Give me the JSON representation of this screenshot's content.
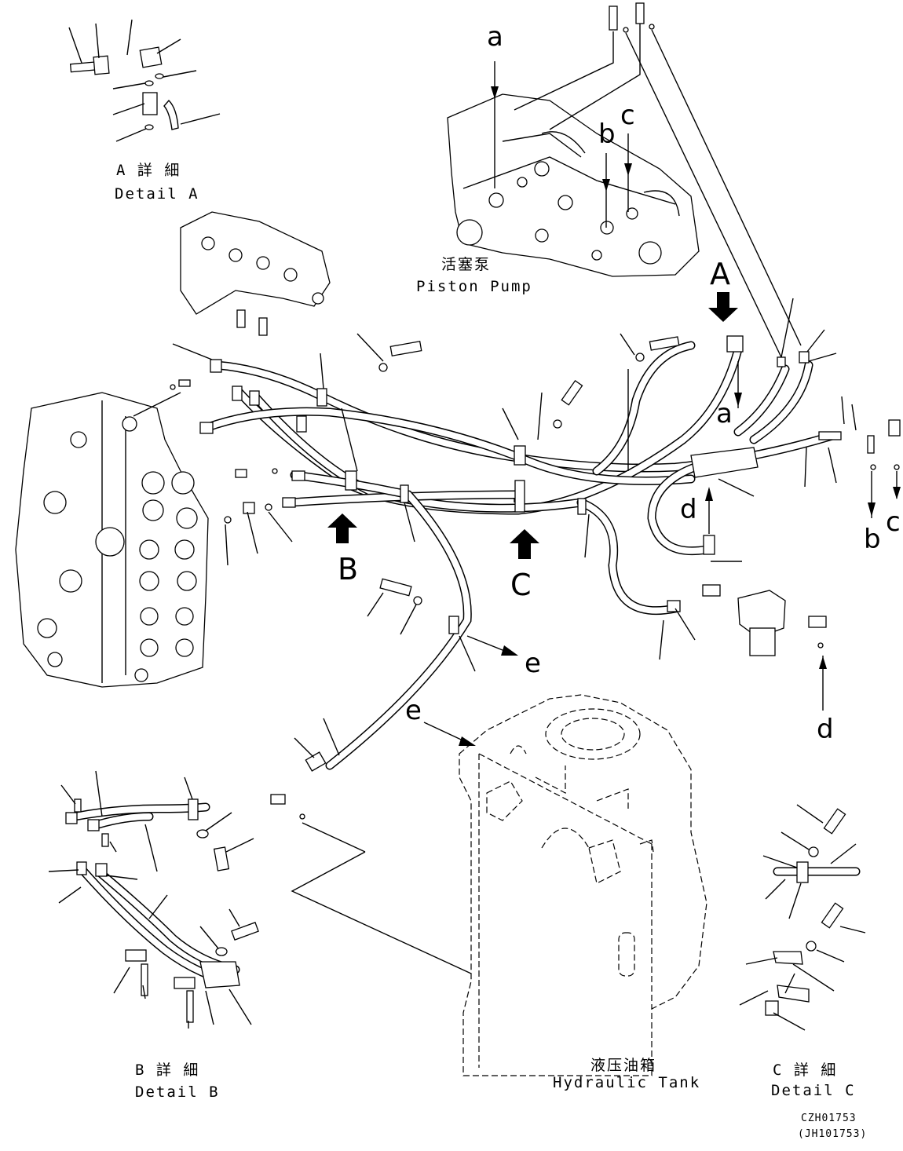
{
  "detail_a": {
    "label_cn": "A 詳 細",
    "label_en": "Detail A"
  },
  "detail_b": {
    "label_cn": "B 詳 細",
    "label_en": "Detail B"
  },
  "detail_c": {
    "label_cn": "C 詳 細",
    "label_en": "Detail C"
  },
  "piston_pump": {
    "label_cn": "活塞泵",
    "label_en": "Piston Pump"
  },
  "hydraulic_tank": {
    "label_cn": "液压油箱",
    "label_en": "Hydraulic Tank"
  },
  "view_arrows": {
    "A": "A",
    "B": "B",
    "C": "C"
  },
  "connection_letters": {
    "a_top": "a",
    "a_mid": "a",
    "b_top": "b",
    "b_right": "b",
    "c_top": "c",
    "c_right": "c",
    "d_mid": "d",
    "d_right": "d",
    "e_mid": "e",
    "e_tank": "e"
  },
  "drawing_codes": {
    "code": "CZH01753",
    "code_alt": "(JH101753)"
  }
}
